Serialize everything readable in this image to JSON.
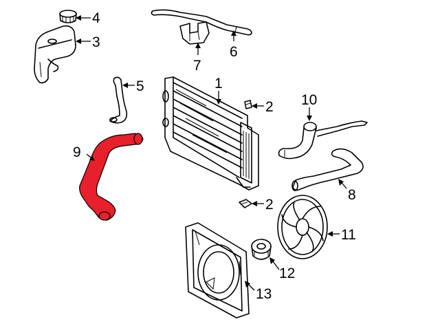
{
  "callouts": {
    "c1": "1",
    "c2a": "2",
    "c2b": "2",
    "c3": "3",
    "c4": "4",
    "c5": "5",
    "c6": "6",
    "c7": "7",
    "c8": "8",
    "c9": "9",
    "c10": "10",
    "c11": "11",
    "c12": "12",
    "c13": "13"
  },
  "colors": {
    "highlight_part": "#e8202b",
    "line_art": "#000000",
    "background": "#ffffff"
  }
}
